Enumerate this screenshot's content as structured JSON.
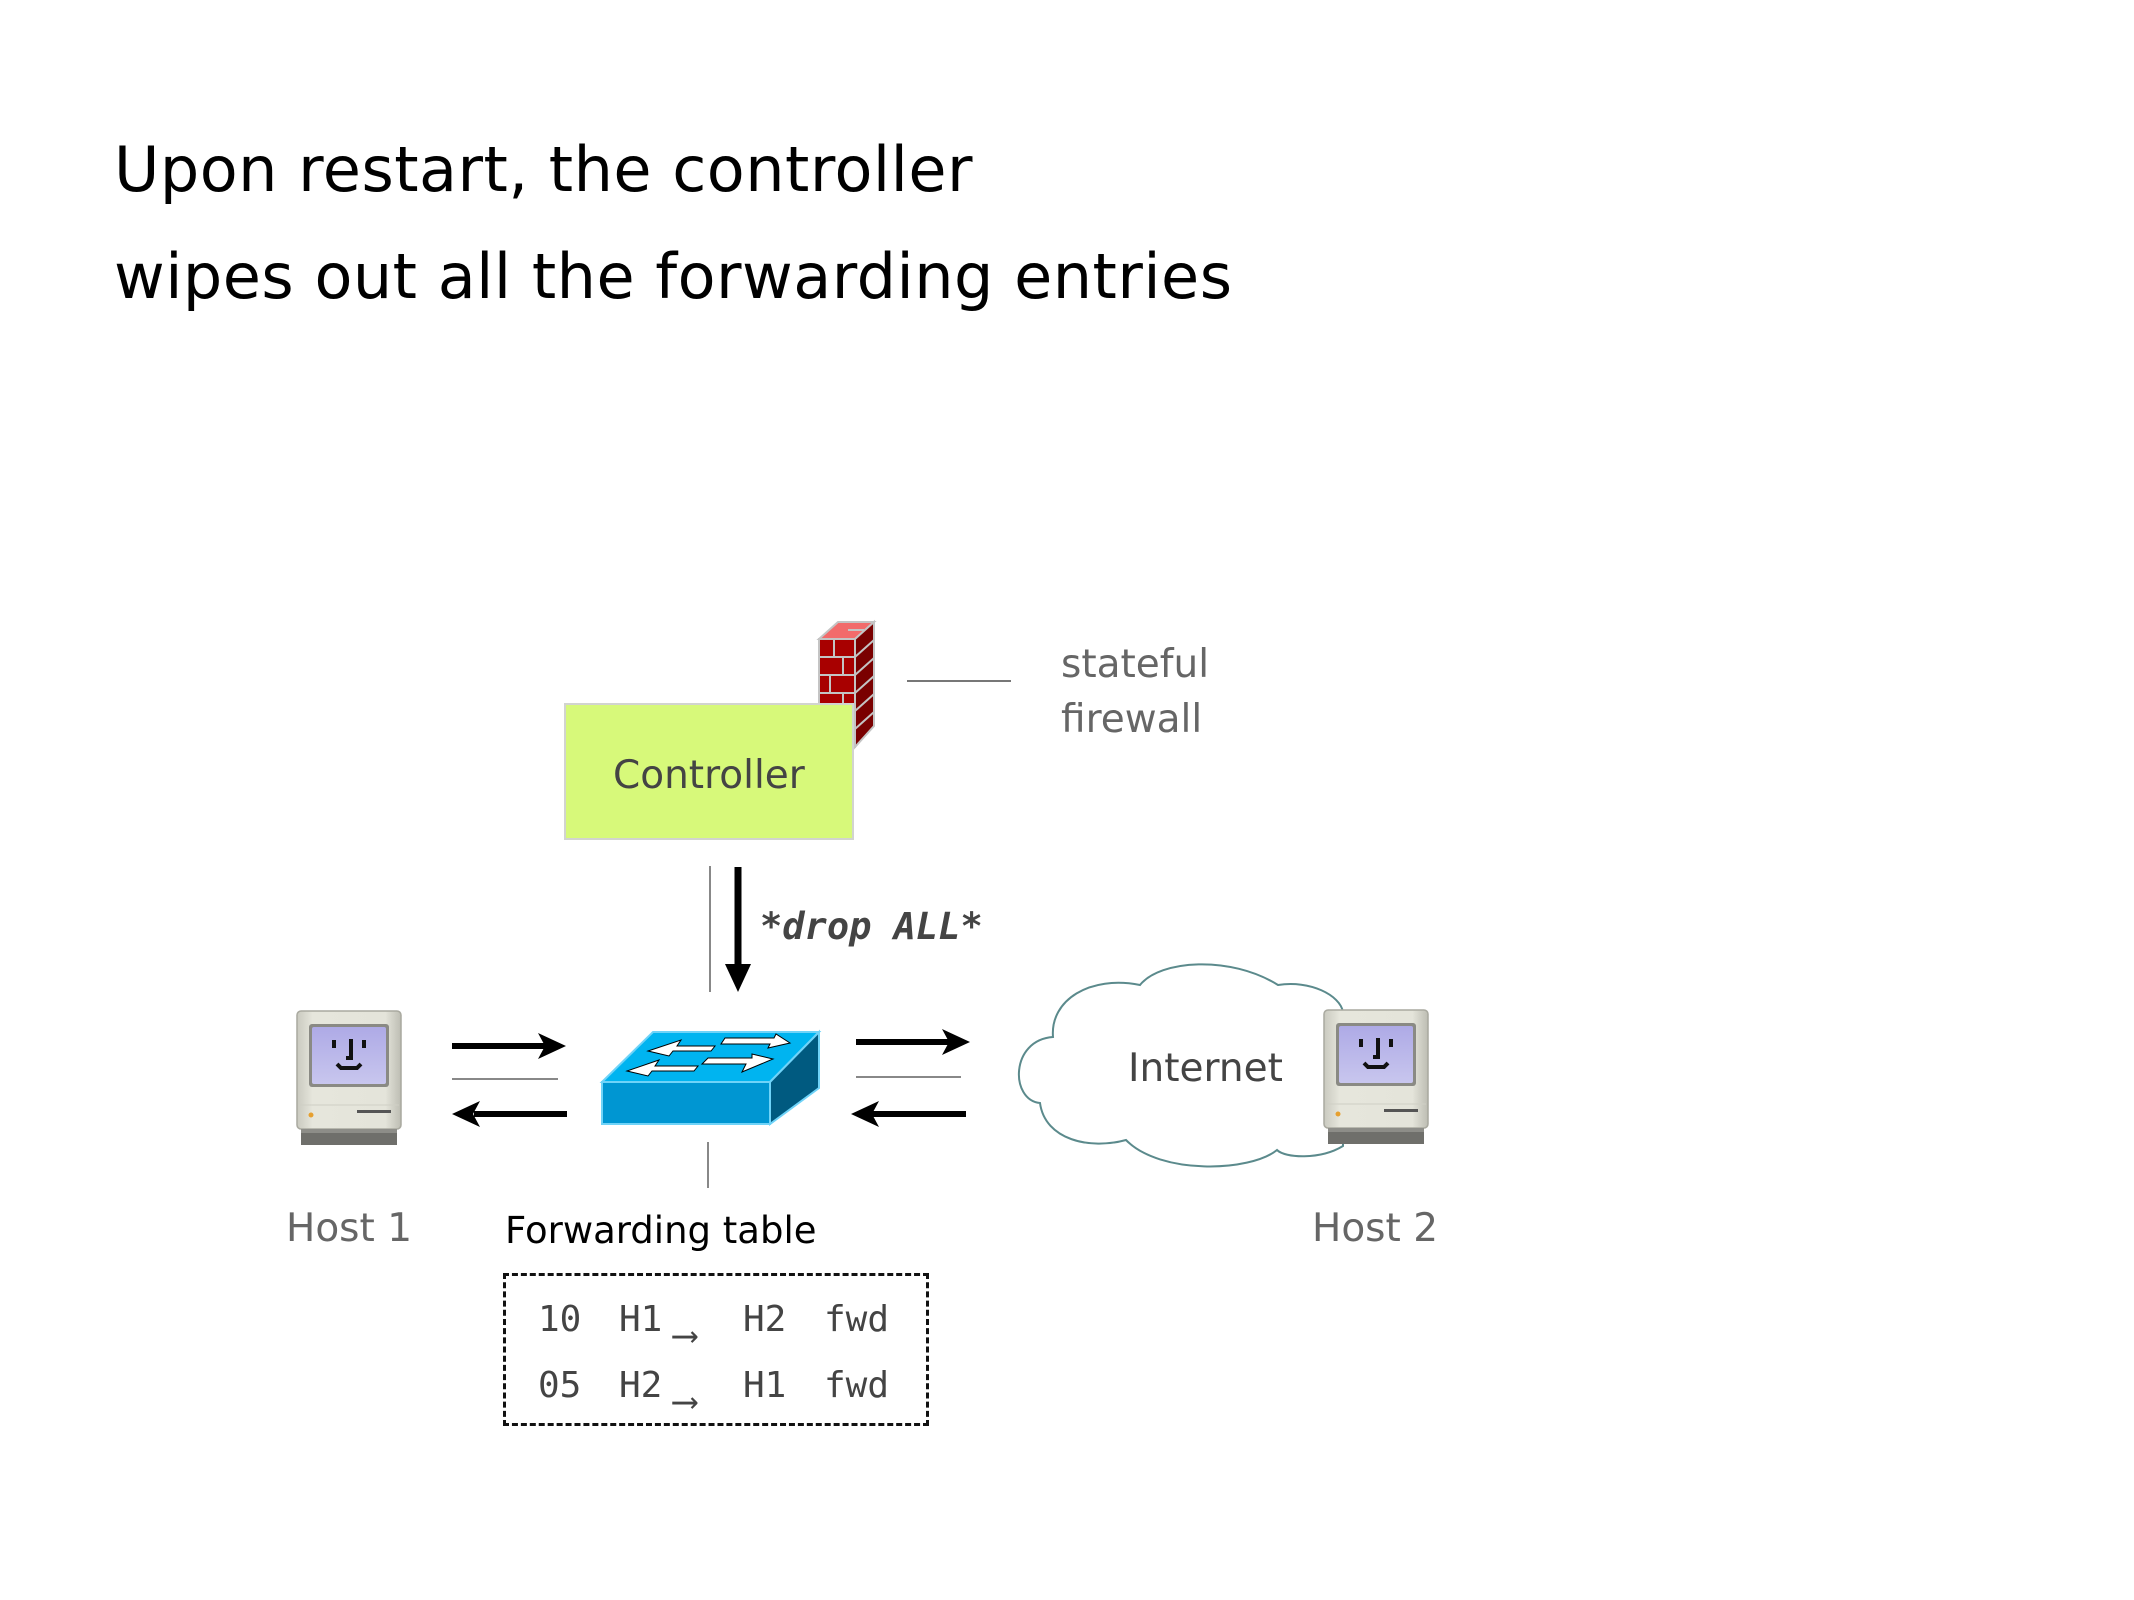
{
  "slide": {
    "title_lines": [
      "Upon restart, the controller",
      "wipes out all the forwarding entries"
    ]
  },
  "diagram": {
    "controller": {
      "label": "Controller",
      "fill": "#d7f97a",
      "icon": "firewall-icon"
    },
    "firewall_annotation": {
      "lines": [
        "stateful",
        "firewall"
      ]
    },
    "controller_message": "*drop ALL*",
    "switch": {
      "icon": "switch-icon",
      "color": "#00a3df"
    },
    "internet": {
      "label": "Internet",
      "icon": "cloud-icon"
    },
    "hosts": [
      {
        "label": "Host 1",
        "icon": "mac-computer-icon"
      },
      {
        "label": "Host 2",
        "icon": "mac-computer-icon"
      }
    ],
    "forwarding_table": {
      "title": "Forwarding table",
      "rows": [
        {
          "priority": "10",
          "src": "H1",
          "arrow": "⟶",
          "dst": "H2",
          "action": "fwd"
        },
        {
          "priority": "05",
          "src": "H2",
          "arrow": "⟶",
          "dst": "H1",
          "action": "fwd"
        }
      ]
    }
  }
}
